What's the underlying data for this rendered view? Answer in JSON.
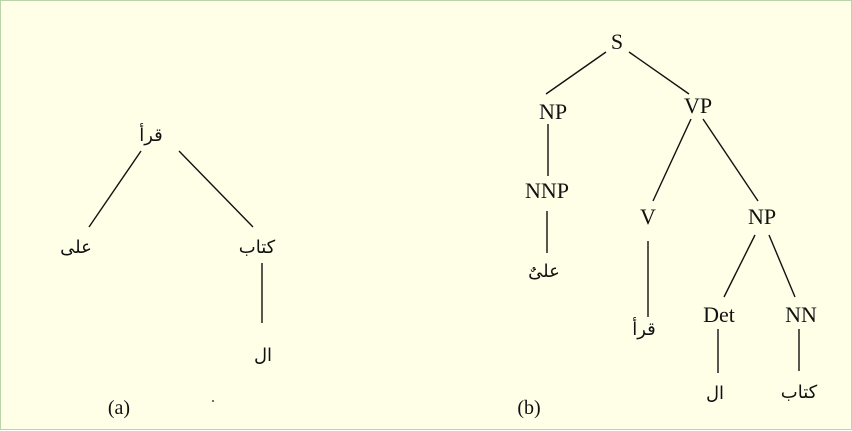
{
  "tree_a": {
    "caption": "(a)",
    "nodes": {
      "root": "قرأ",
      "subj": "على",
      "obj": "كتاب",
      "det": "ال"
    }
  },
  "tree_b": {
    "caption": "(b)",
    "nodes": {
      "s": "S",
      "np": "NP",
      "vp": "VP",
      "nnp": "NNP",
      "nnp_word": "علىٌ",
      "v": "V",
      "v_word": "قرأ",
      "np2": "NP",
      "det": "Det",
      "det_word": "ال",
      "nn": "NN",
      "nn_word": "كتاب"
    }
  },
  "colors": {
    "background": "#ffffe8",
    "border": "#b9d4a8",
    "ink": "#111111"
  }
}
